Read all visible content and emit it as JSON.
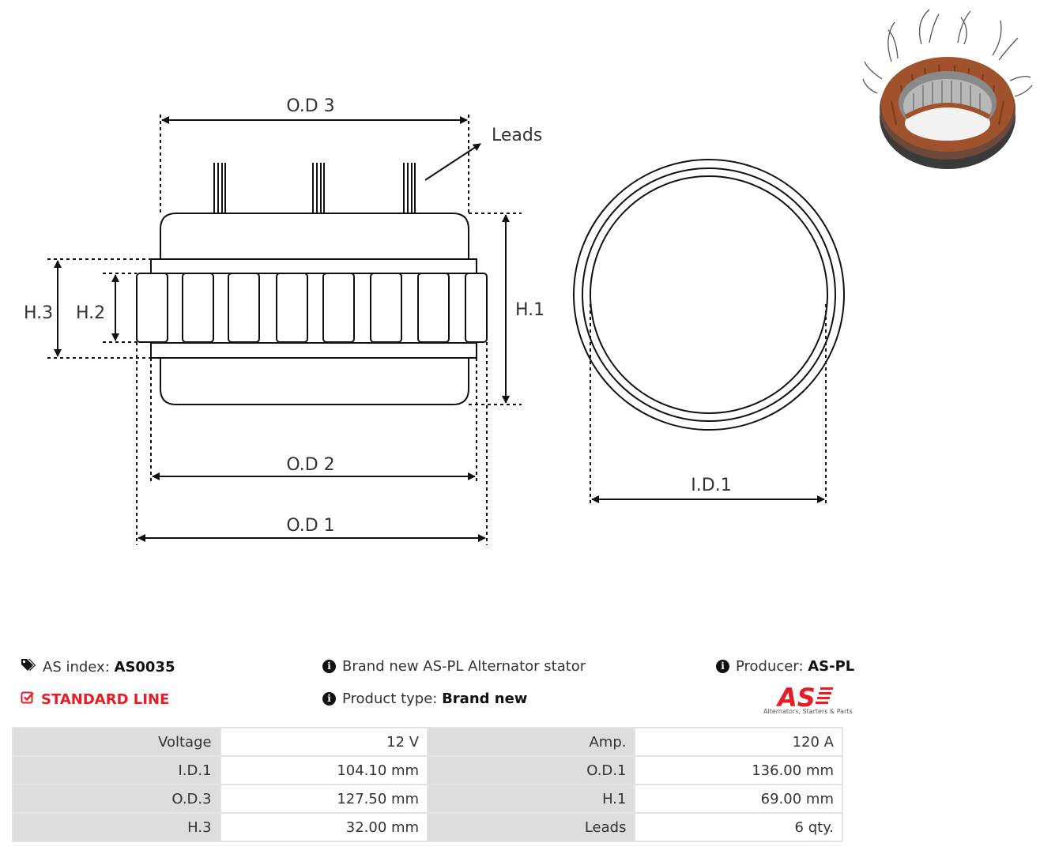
{
  "drawing": {
    "labels": {
      "od3": "O.D 3",
      "leads": "Leads",
      "h1": "H.1",
      "h2": "H.2",
      "h3": "H.3",
      "od2": "O.D 2",
      "od1": "O.D 1",
      "id1": "I.D.1"
    }
  },
  "info": {
    "as_index_label": "AS index:",
    "as_index_value": "AS0035",
    "standard_line": "STANDARD LINE",
    "description": "Brand new AS-PL Alternator stator",
    "product_type_label": "Product type:",
    "product_type_value": "Brand new",
    "producer_label": "Producer:",
    "producer_value": "AS-PL",
    "logo_text": "AS",
    "logo_subtitle": "Alternators, Starters & Parts"
  },
  "specs": [
    {
      "k1": "Voltage",
      "v1": "12 V",
      "k2": "Amp.",
      "v2": "120 A"
    },
    {
      "k1": "I.D.1",
      "v1": "104.10 mm",
      "k2": "O.D.1",
      "v2": "136.00 mm"
    },
    {
      "k1": "O.D.3",
      "v1": "127.50 mm",
      "k2": "H.1",
      "v2": "69.00 mm"
    },
    {
      "k1": "H.3",
      "v1": "32.00 mm",
      "k2": "Leads",
      "v2": "6 qty."
    }
  ],
  "icons": [
    "tags-icon",
    "check-square-icon",
    "info-circle-icon"
  ],
  "colors": {
    "accent": "#e31e24",
    "table_key_bg": "#dddddd",
    "copper": "#a0522d"
  }
}
